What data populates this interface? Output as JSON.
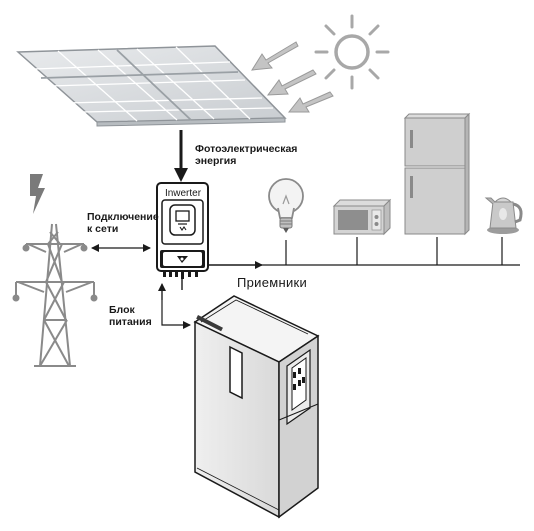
{
  "labels": {
    "pv_line1": "Фотоэлектрическая",
    "pv_line2": "энергия",
    "grid_line1": "Подключение",
    "grid_line2": "к сети",
    "battery_line1": "Блок",
    "battery_line2": "питания",
    "loads": "Приемники",
    "inverter_brand": "Inwerter"
  },
  "icons": [
    "sun-icon",
    "solar-panel-icon",
    "lightning-icon",
    "power-tower-icon",
    "inverter-icon",
    "battery-cabinet-icon",
    "light-bulb-icon",
    "microwave-icon",
    "refrigerator-icon",
    "kettle-icon"
  ],
  "colors": {
    "line": "#1a1a1a",
    "panel_fill": "#d9dcdf",
    "sunray_gray": "#b8b8b8",
    "sun_gray": "#a8a8a8",
    "appliance_gray": "#c9c9c9",
    "battery_fill": "#e6e6e6",
    "lightning_gray": "#7a7a7a"
  }
}
